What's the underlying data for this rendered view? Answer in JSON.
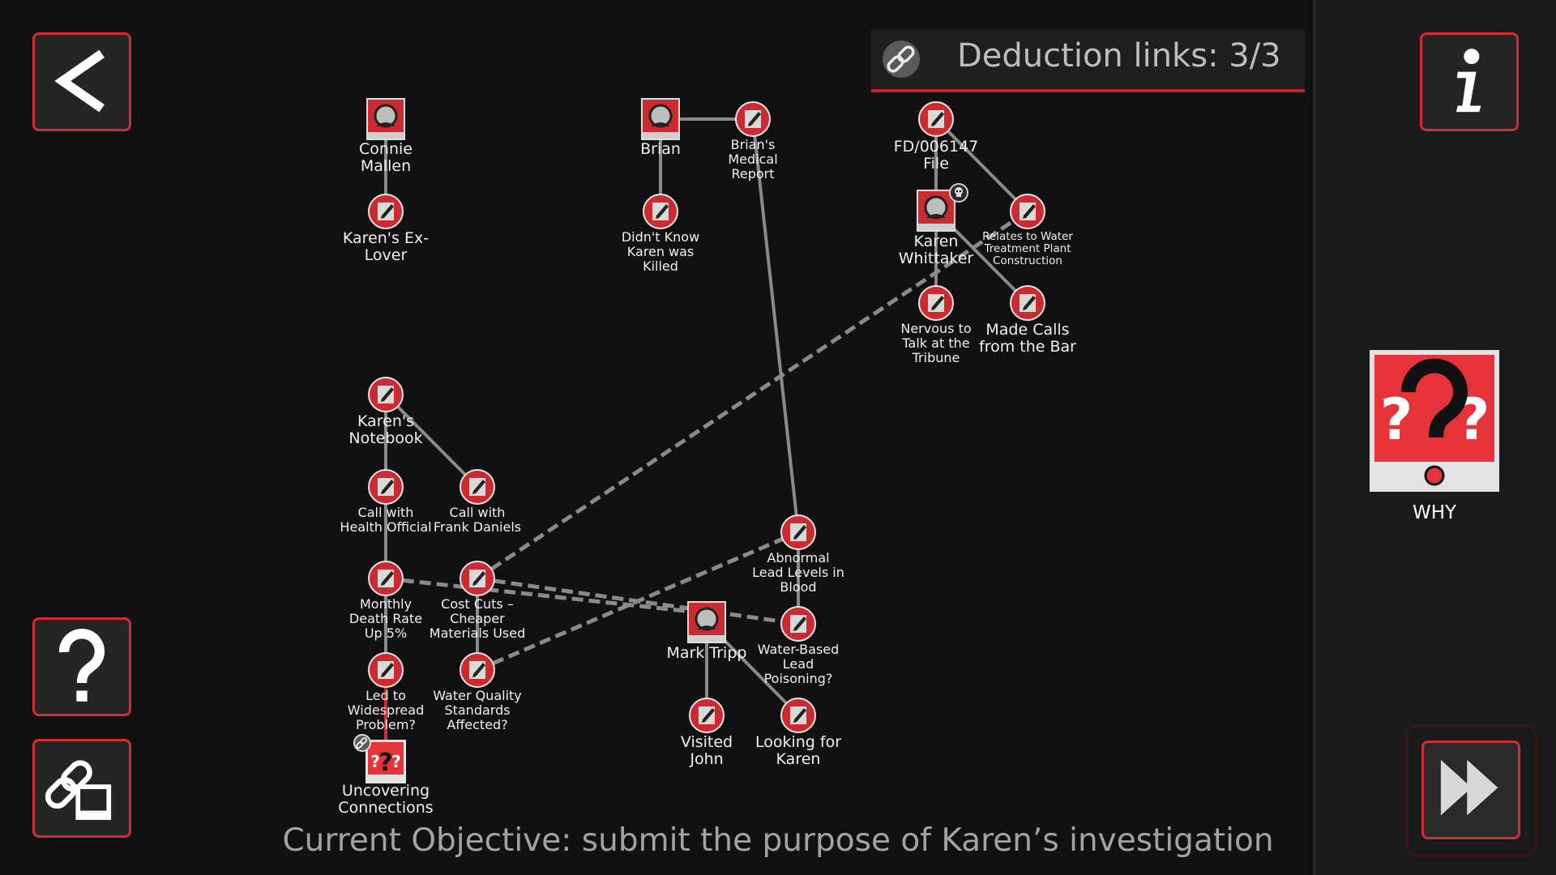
{
  "header": {
    "deduction_links": "Deduction links: 3/3"
  },
  "objective": "Current Objective: submit the purpose of Karen’s investigation",
  "why": {
    "label": "WHY"
  },
  "icons": {
    "back": "chevron-left-icon",
    "info": "info-icon",
    "help": "question-mark-icon",
    "link_mode": "chain-link-icon",
    "fast_forward": "fast-forward-icon",
    "note": "pencil-note-icon",
    "person": "person-silhouette-icon",
    "skull": "skull-icon"
  },
  "colors": {
    "accent": "#cc2a31",
    "background": "#111111",
    "line": "#8c8c8c"
  },
  "nodes": {
    "connie": {
      "label": "Connie\nMallen"
    },
    "karens_ex_lover": {
      "label": "Karen's Ex-\nLover"
    },
    "brian": {
      "label": "Brian"
    },
    "brians_medical": {
      "label": "Brian's\nMedical\nReport"
    },
    "didnt_know": {
      "label": "Didn't Know\nKaren was\nKilled"
    },
    "fd_file": {
      "label": "FD/006147\nFile"
    },
    "karen_whittaker": {
      "label": "Karen\nWhittaker"
    },
    "relates_water": {
      "label": "Relates to Water\nTreatment Plant\nConstruction"
    },
    "nervous": {
      "label": "Nervous to\nTalk at the\nTribune"
    },
    "made_calls": {
      "label": "Made Calls\nfrom the Bar"
    },
    "karens_notebook": {
      "label": "Karen's\nNotebook"
    },
    "call_health": {
      "label": "Call with\nHealth Official"
    },
    "call_frank": {
      "label": "Call with\nFrank Daniels"
    },
    "abnormal_lead": {
      "label": "Abnormal\nLead Levels in\nBlood"
    },
    "monthly_death": {
      "label": "Monthly\nDeath Rate\nUp 5%"
    },
    "cost_cuts": {
      "label": "Cost Cuts –\nCheaper\nMaterials Used"
    },
    "mark_tripp": {
      "label": "Mark Tripp"
    },
    "water_based": {
      "label": "Water-Based\nLead\nPoisoning?"
    },
    "led_to": {
      "label": "Led to\nWidespread\nProblem?"
    },
    "water_quality": {
      "label": "Water Quality\nStandards\nAffected?"
    },
    "visited_john": {
      "label": "Visited\nJohn"
    },
    "looking_karen": {
      "label": "Looking for\nKaren"
    },
    "uncovering": {
      "label": "Uncovering\nConnections"
    }
  }
}
